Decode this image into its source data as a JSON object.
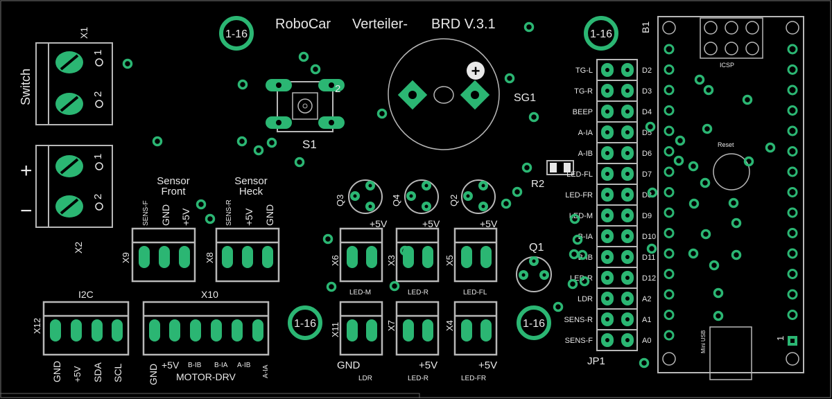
{
  "title": {
    "robocar": "RoboCar",
    "verteiler": "Verteiler-",
    "brd": "BRD V.3.1"
  },
  "mount_label": "1-16",
  "connectors": {
    "x1": "X1",
    "x2": "X2",
    "switch": "Switch",
    "plus": "+",
    "minus": "−",
    "pin1": "1",
    "pin2": "2",
    "x9": "X9",
    "x8": "X8",
    "x12": "X12",
    "x10": "X10",
    "i2c": "I2C",
    "x6": "X6",
    "x3": "X3",
    "x5": "X5",
    "x11": "X11",
    "x7": "X7",
    "x4": "X4",
    "motor_drv": "MOTOR-DRV"
  },
  "sensor": {
    "front_1": "Sensor",
    "front_2": "Front",
    "heck_1": "Sensor",
    "heck_2": "Heck"
  },
  "x9_pins": [
    "SENS-F",
    "GND",
    "+5V"
  ],
  "x8_pins": [
    "SENS-R",
    "+5V",
    "GND"
  ],
  "i2c_pins": [
    "GND",
    "+5V",
    "SDA",
    "SCL"
  ],
  "x10_pins": [
    "GND",
    "+5V",
    "B-IB",
    "B-IA",
    "A-IB",
    "A-IA"
  ],
  "led": {
    "plus5v": "+5V",
    "gnd": "GND",
    "led_m": "LED-M",
    "led_r": "LED-R",
    "led_fl": "LED-FL",
    "ldr": "LDR",
    "led_r2": "LED-R",
    "led_fr": "LED-FR"
  },
  "parts": {
    "s1": "S1",
    "sg1": "SG1",
    "r2": "R2",
    "q1": "Q1",
    "q2": "Q2",
    "q3": "Q3",
    "q4": "Q4",
    "jp1": "JP1",
    "b1": "B1",
    "icsp": "ICSP",
    "reset": "Reset",
    "mini_usb": "Mini USB",
    "pin_one": "1",
    "buzzer_plus": "+"
  },
  "jp1_left": [
    "TG-L",
    "TG-R",
    "BEEP",
    "A-IA",
    "A-IB",
    "LED-FL",
    "LED-FR",
    "LED-M",
    "B-IA",
    "B-IB",
    "LED-R",
    "LDR",
    "SENS-R",
    "SENS-F"
  ],
  "jp1_right": [
    "D2",
    "D3",
    "D4",
    "D5",
    "D6",
    "D7",
    "D8",
    "D9",
    "D10",
    "D11",
    "D12",
    "A2",
    "A1",
    "A0"
  ],
  "colors": {
    "copper": "#2bb673",
    "silk": "#e8e8e8",
    "outline": "#b8b8b8",
    "board": "#000000",
    "hole": "#0a0a0a"
  }
}
